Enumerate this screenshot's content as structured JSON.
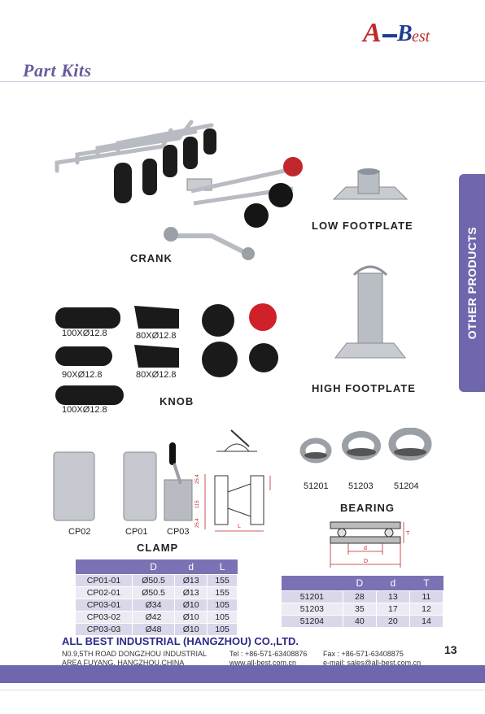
{
  "brand": {
    "logo_a": "A",
    "logo_b": "B",
    "logo_rest": "est"
  },
  "page_title": "Part Kits",
  "side_tab": "OTHER PRODUCTS",
  "labels": {
    "crank": "CRANK",
    "low_footplate": "LOW FOOTPLATE",
    "high_footplate": "HIGH FOOTPLATE",
    "knob": "KNOB",
    "clamp": "CLAMP",
    "bearing": "BEARING"
  },
  "knob_sizes": [
    "100XØ12.8",
    "80XØ12.8",
    "90XØ12.8",
    "80XØ12.8",
    "100XØ12.8"
  ],
  "clamp_codes": [
    "CP02",
    "CP01",
    "CP03"
  ],
  "bearing_codes": [
    "51201",
    "51203",
    "51204"
  ],
  "drawing_dims": {
    "h1": "25.4",
    "h2": "25.4",
    "h3": "115",
    "l": "L",
    "d_small": "d",
    "d_big": "D",
    "t": "T"
  },
  "clamp_table": {
    "headers": [
      "",
      "D",
      "d",
      "L"
    ],
    "rows": [
      [
        "CP01-01",
        "Ø50.5",
        "Ø13",
        "155"
      ],
      [
        "CP02-01",
        "Ø50.5",
        "Ø13",
        "155"
      ],
      [
        "CP03-01",
        "Ø34",
        "Ø10",
        "105"
      ],
      [
        "CP03-02",
        "Ø42",
        "Ø10",
        "105"
      ],
      [
        "CP03-03",
        "Ø48",
        "Ø10",
        "105"
      ]
    ]
  },
  "bearing_table": {
    "headers": [
      "",
      "D",
      "d",
      "T"
    ],
    "rows": [
      [
        "51201",
        "28",
        "13",
        "11"
      ],
      [
        "51203",
        "35",
        "17",
        "12"
      ],
      [
        "51204",
        "40",
        "20",
        "14"
      ]
    ]
  },
  "footer": {
    "company": "ALL BEST INDUSTRIAL (HANGZHOU) CO.,LTD.",
    "address1": "N0.9,5TH ROAD DONGZHOU INDUSTRIAL",
    "address2": "AREA FUYANG, HANGZHOU,CHINA",
    "tel": "Tel : +86-571-63408876",
    "web": "www.all-best.com.cn",
    "fax": "Fax : +86-571-63408875",
    "email": "e-mail: sales@all-best.com.cn",
    "page_number": "13"
  },
  "colors": {
    "accent": "#6f67ad",
    "brand_red": "#c0282e",
    "brand_blue": "#1d3d8f"
  }
}
